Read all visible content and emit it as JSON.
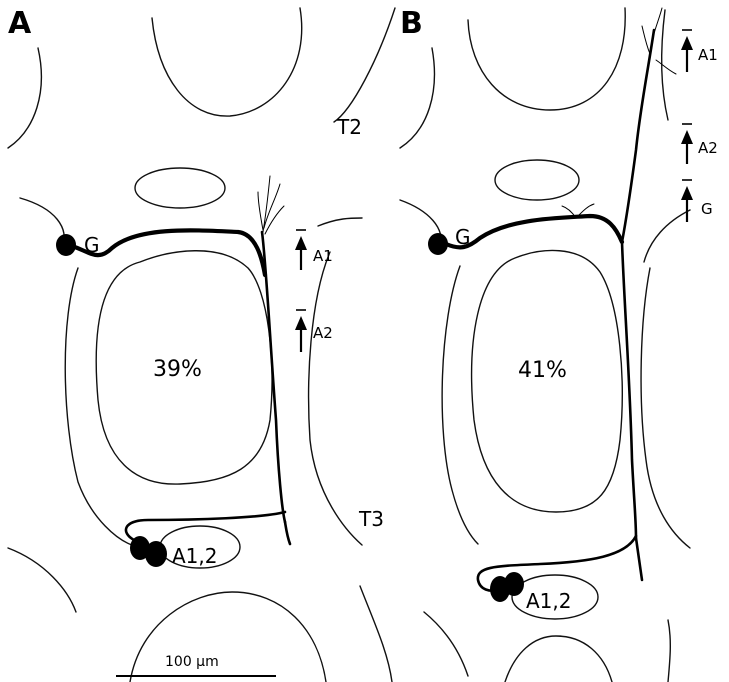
{
  "panels": {
    "a": {
      "letter": "A",
      "segment_top": "T2",
      "segment_bottom": "T3",
      "soma_g": "G",
      "soma_a12": "A1,2",
      "percent": "39%",
      "markers": [
        {
          "label": "A1"
        },
        {
          "label": "A2"
        }
      ]
    },
    "b": {
      "letter": "B",
      "soma_g": "G",
      "soma_a12": "A1,2",
      "percent": "41%",
      "markers": [
        {
          "label": "A1"
        },
        {
          "label": "A2"
        },
        {
          "label": "G"
        }
      ]
    }
  },
  "scale_bar": {
    "label": "100 µm"
  }
}
